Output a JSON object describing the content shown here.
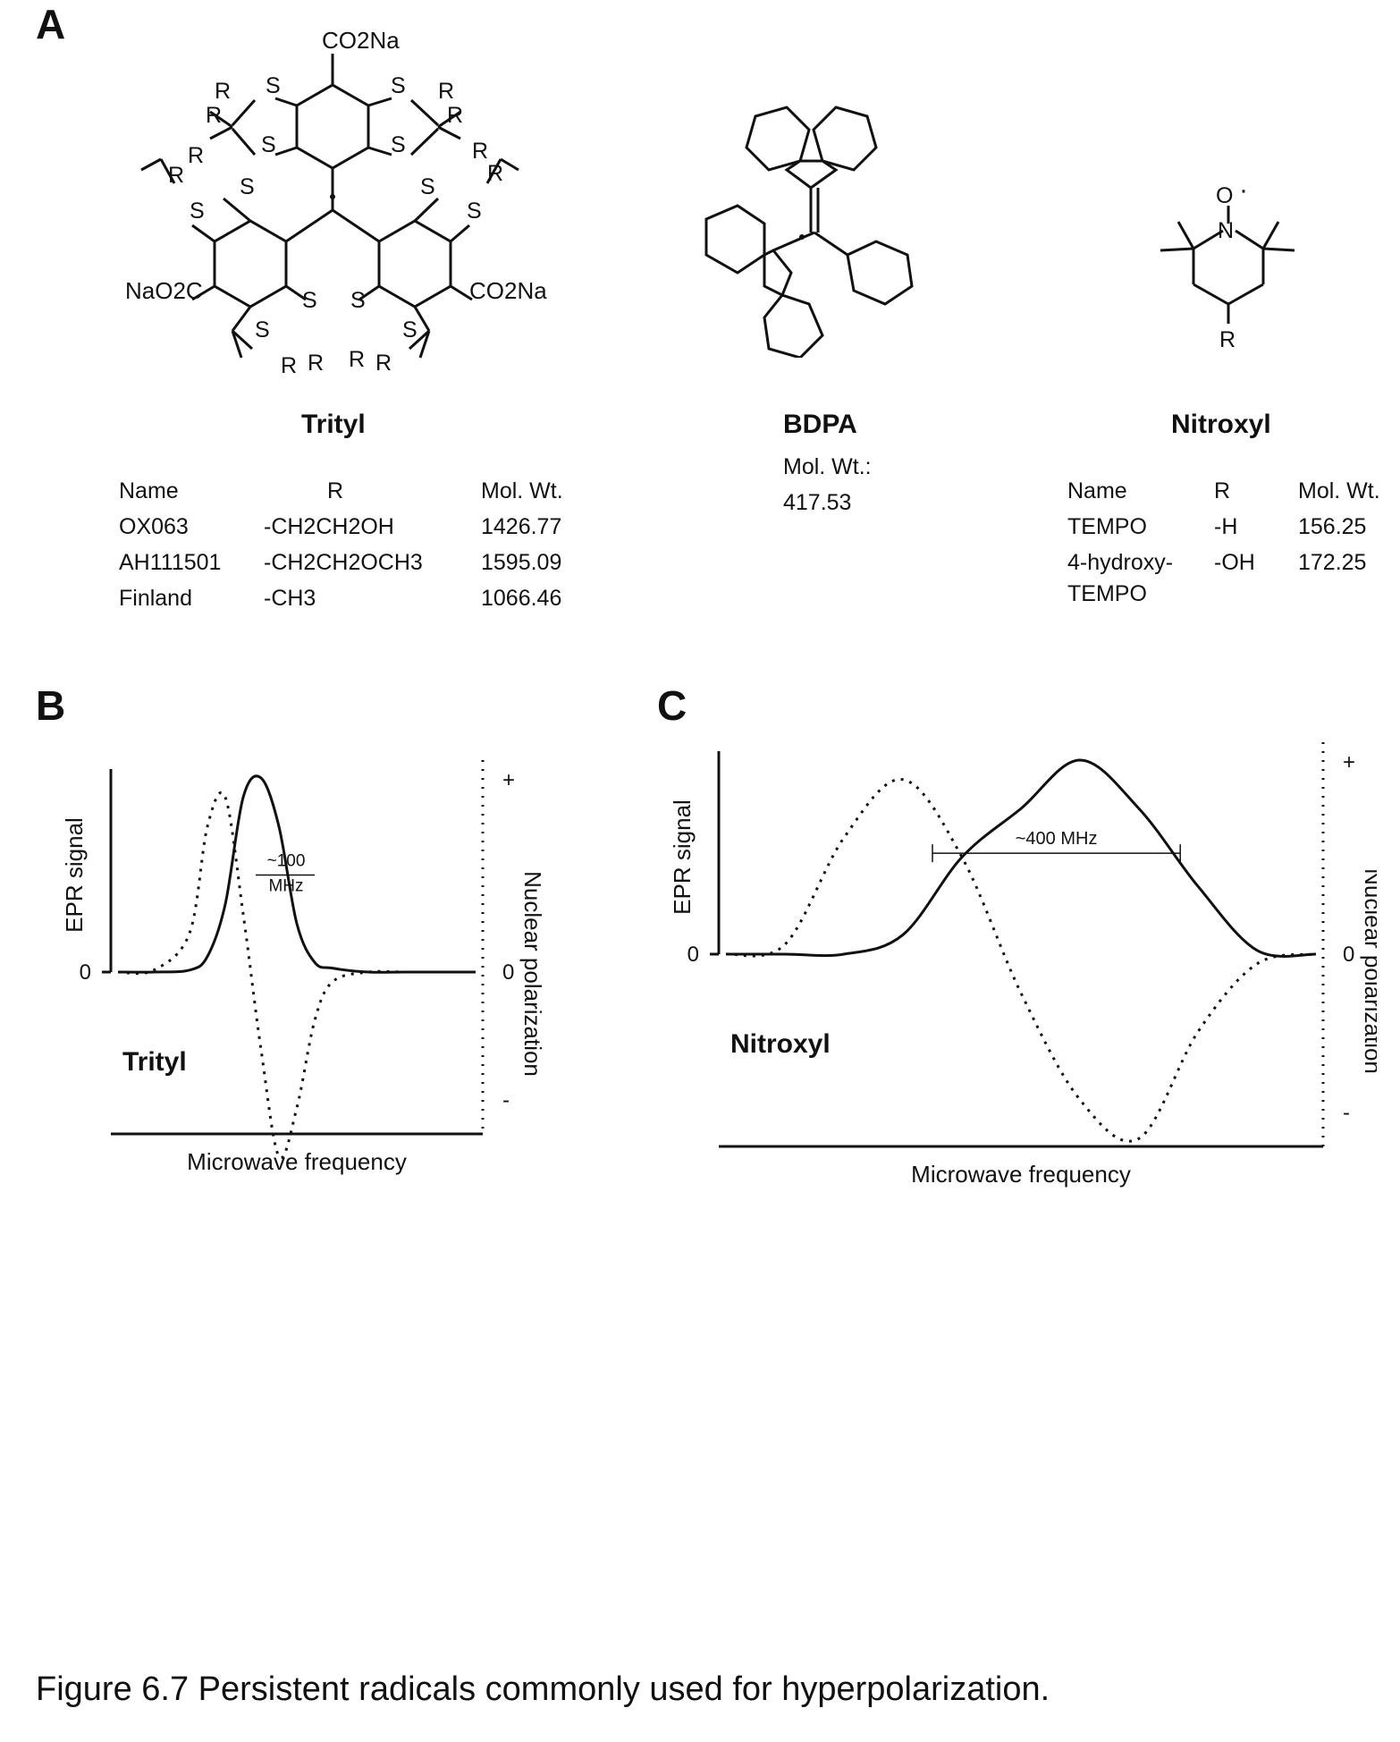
{
  "panel_a": {
    "label": "A",
    "trityl": {
      "name": "Trityl",
      "atom_labels": {
        "co2na": "CO2Na",
        "naco2c": "NaO2C",
        "s": "S",
        "r": "R"
      },
      "table": {
        "headers": [
          "Name",
          "R",
          "Mol. Wt."
        ],
        "rows": [
          {
            "name": "OX063",
            "r": "-CH2CH2OH",
            "mw": "1426.77"
          },
          {
            "name": "AH111501",
            "r": "-CH2CH2OCH3",
            "mw": "1595.09"
          },
          {
            "name": "Finland",
            "r": "-CH3",
            "mw": "1066.46"
          }
        ]
      }
    },
    "bdpa": {
      "name": "BDPA",
      "mw_label": "Mol. Wt.:",
      "mw_value": "417.53"
    },
    "nitroxyl": {
      "name": "Nitroxyl",
      "atom_labels": {
        "o": "O",
        "n": "N",
        "r": "R"
      },
      "table": {
        "headers": [
          "Name",
          "R",
          "Mol. Wt."
        ],
        "rows": [
          {
            "name": "TEMPO",
            "r": "-H",
            "mw": "156.25"
          },
          {
            "name": "4-hydroxy-",
            "name2": "TEMPO",
            "r": "-OH",
            "mw": "172.25"
          }
        ]
      }
    }
  },
  "chart_data": [
    {
      "panel": "B",
      "type": "line",
      "title": "Trityl",
      "xlabel": "Microwave frequency",
      "ylabel_left": "EPR signal",
      "ylabel_right": "Nuclear polarization",
      "left_ticks": [
        "0"
      ],
      "right_ticks": [
        "+",
        "0",
        "-"
      ],
      "annotation": [
        "~100",
        "MHz"
      ],
      "x": [
        0,
        0.1,
        0.2,
        0.25,
        0.3,
        0.35,
        0.4,
        0.45,
        0.5,
        0.55,
        0.6,
        0.7,
        0.8,
        0.9,
        1.0
      ],
      "series": [
        {
          "style": "solid",
          "values": [
            0,
            0,
            0.01,
            0.08,
            0.35,
            0.9,
            1.0,
            0.75,
            0.25,
            0.05,
            0.02,
            0,
            0,
            0,
            0
          ]
        },
        {
          "style": "dotted",
          "values": [
            0,
            0.01,
            0.2,
            0.75,
            0.9,
            0.3,
            -0.4,
            -0.95,
            -0.7,
            -0.25,
            -0.05,
            0,
            0,
            0,
            0
          ]
        }
      ]
    },
    {
      "panel": "C",
      "type": "line",
      "title": "Nitroxyl",
      "xlabel": "Microwave frequency",
      "ylabel_left": "EPR signal",
      "ylabel_right": "Nuclear polarization",
      "left_ticks": [
        "0"
      ],
      "right_ticks": [
        "+",
        "0",
        "-"
      ],
      "annotation": [
        "~400 MHz"
      ],
      "x": [
        0,
        0.1,
        0.2,
        0.3,
        0.4,
        0.5,
        0.6,
        0.7,
        0.8,
        0.9,
        1.0
      ],
      "series": [
        {
          "style": "solid",
          "values": [
            0,
            0,
            0,
            0.1,
            0.5,
            0.75,
            1.0,
            0.75,
            0.35,
            0.02,
            0
          ]
        },
        {
          "style": "dotted",
          "values": [
            0,
            0.05,
            0.6,
            0.9,
            0.5,
            -0.2,
            -0.75,
            -0.95,
            -0.4,
            -0.05,
            0
          ]
        }
      ]
    }
  ],
  "caption": "Figure 6.7  Persistent radicals commonly used for hyperpolarization."
}
